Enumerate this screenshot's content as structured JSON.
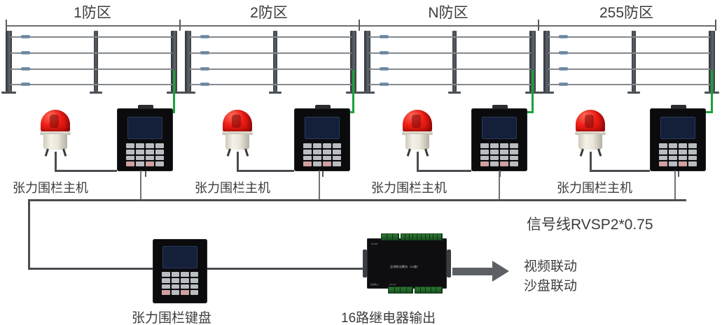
{
  "diagram": {
    "title_zones": [
      {
        "label": "1防区"
      },
      {
        "label": "2防区"
      },
      {
        "label": "N防区"
      },
      {
        "label": "255防区"
      }
    ],
    "host_captions": [
      {
        "label": "张力围栏主机"
      },
      {
        "label": "张力围栏主机"
      },
      {
        "label": "张力围栏主机"
      },
      {
        "label": "张力围栏主机"
      }
    ],
    "signal_line": {
      "label": "信号线RVSP2*0.75"
    },
    "keyboard": {
      "caption": "张力围栏键盘"
    },
    "relay": {
      "caption": "16路继电器输出",
      "silk_label": "总线联动模块（16路）",
      "left_tiny": "RS485",
      "bottom_tiny_1": "电源输入",
      "bottom_tiny_2": "DC12V"
    },
    "outputs": [
      {
        "label": "视频联动"
      },
      {
        "label": "沙盘联动"
      }
    ],
    "colors": {
      "beacon_red": "#ef1d16",
      "cable_green": "#19a33a",
      "host_black": "#0b0b0d",
      "screen_blue": "#14203a",
      "wire_gray": "#55585c",
      "text_gray": "#3c3c3c",
      "terminal_green": "#1f5a25"
    }
  }
}
